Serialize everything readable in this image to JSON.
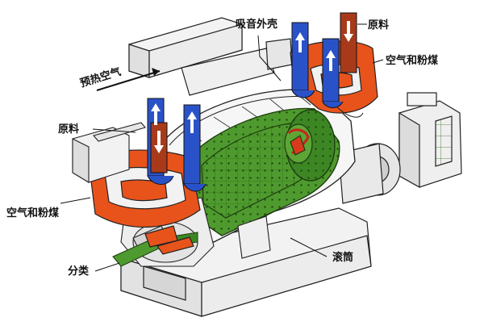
{
  "labels": {
    "sound_shell": "吸音外壳",
    "raw_material_right": "原料",
    "air_coal_right": "空气和粉煤",
    "preheated_air": "预热空气",
    "raw_material_left": "原料",
    "air_coal_left": "空气和粉煤",
    "classifier": "分类",
    "drum": "滚筒"
  },
  "colors": {
    "outline": "#222222",
    "housing": "#f4f4f4",
    "shadow": "#d8d8d8",
    "drum_green": "#4f9a2e",
    "drum_green_dark": "#2f6e1a",
    "orange": "#e8531c",
    "blue": "#2a52c8",
    "brown": "#a83a1a"
  },
  "icons": [
    "up-arrow-icon",
    "down-arrow-icon"
  ]
}
